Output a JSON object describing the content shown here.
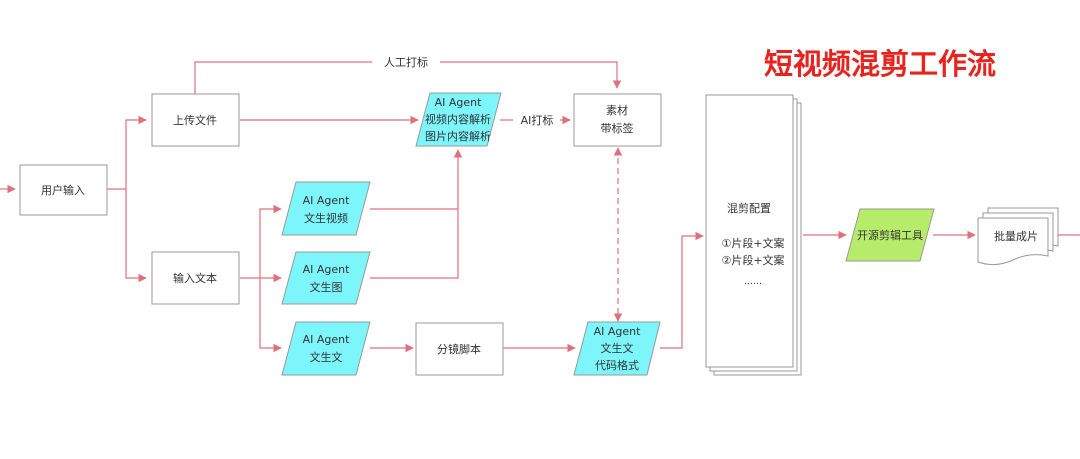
{
  "title": {
    "text": "短视频混剪工作流",
    "color": "#e8231e"
  },
  "colors": {
    "edge": "#e0707e",
    "box_border": "#999999",
    "cyan": "#7df6fb",
    "green": "#b7ec6a"
  },
  "nodes": {
    "user_input": "用户输入",
    "upload_file": "上传文件",
    "input_text": "输入文本",
    "agent_parse": {
      "line1": "AI Agent",
      "line2": "视频内容解析",
      "line3": "图片内容解析"
    },
    "agent_text2video": {
      "line1": "AI Agent",
      "line2": "文生视频"
    },
    "agent_text2image": {
      "line1": "AI Agent",
      "line2": "文生图"
    },
    "agent_text2text": {
      "line1": "AI Agent",
      "line2": "文生文"
    },
    "storyboard": "分镜脚本",
    "agent_code": {
      "line1": "AI Agent",
      "line2": "文生文",
      "line3": "代码格式"
    },
    "material": {
      "line1": "素材",
      "line2": "带标签"
    },
    "mix_config": {
      "title": "混剪配置",
      "line1": "①片段+文案",
      "line2": "②片段+文案",
      "line3": "……"
    },
    "open_tool": "开源剪辑工具",
    "batch_output": "批量成片"
  },
  "edges": {
    "manual_tag": "人工打标",
    "ai_tag": "AI打标"
  }
}
